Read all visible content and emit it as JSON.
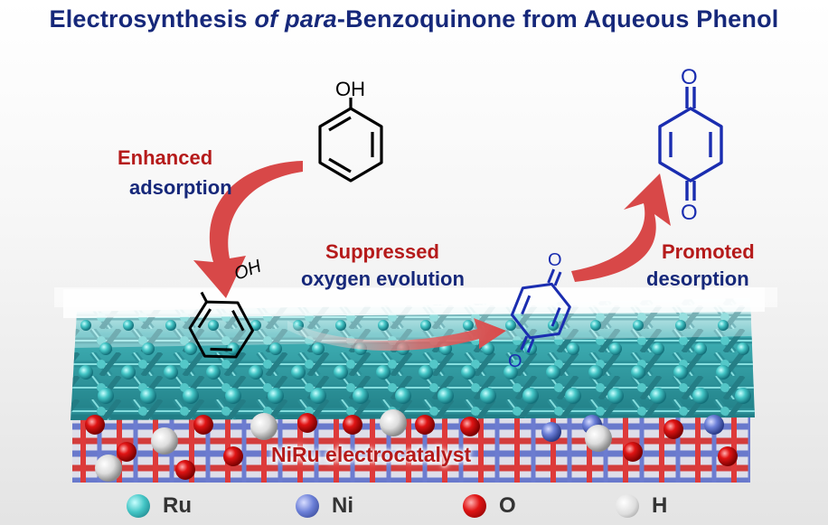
{
  "title": {
    "part1": "Electrosynthesis ",
    "part2_italic": "of para",
    "part3": "-Benzoquinone from Aqueous Phenol"
  },
  "labels": {
    "enhanced": "Enhanced",
    "adsorption": "adsorption",
    "suppressed": "Suppressed",
    "oxygen_evolution": "oxygen evolution",
    "promoted": "Promoted",
    "desorption": "desorption",
    "catalyst": "NiRu electrocatalyst"
  },
  "molecules": {
    "phenol_group": "OH",
    "quinone_oxygen": "O"
  },
  "legend": [
    {
      "label": "Ru",
      "color": "#4fd0d0"
    },
    {
      "label": "Ni",
      "color": "#6b7fd6"
    },
    {
      "label": "O",
      "color": "#e01010"
    },
    {
      "label": "H",
      "color": "#e8e8e8"
    }
  ],
  "colors": {
    "arrow": "#d84848",
    "navy_text": "#16287a",
    "red_text": "#b51a1a",
    "quinone": "#1a2db0",
    "lattice": "#2f9aa0"
  }
}
